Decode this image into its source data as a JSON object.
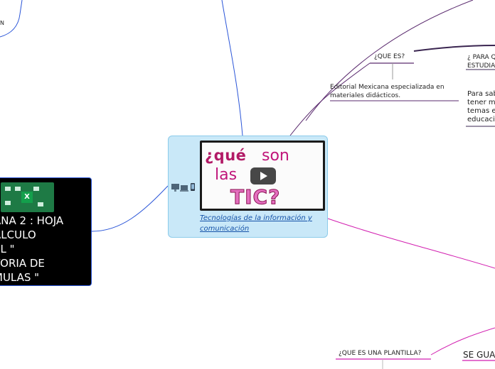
{
  "central": {
    "thumbnail_words": [
      "¿qué",
      "son",
      "las",
      "TIC?"
    ],
    "caption": "Tecnologías de la información y comunicación",
    "devices_icon": "computer-devices-icon",
    "play_icon": "play-icon"
  },
  "left_node": {
    "text_lines": [
      "ANA 2 : HOJA",
      "ÁLCULO",
      "EL \"",
      "TORIA DE",
      "MULAS \""
    ],
    "icon": "excel-icon"
  },
  "top_left_fragment": "N",
  "topics": {
    "que_es": "¿QUE ES?",
    "que_es_text": "Editorial Mexicana especializada en materiales didácticos.",
    "para_que": [
      "¿ PARA Q",
      "ESTUDIA"
    ],
    "para_que_text": [
      "Para sab",
      "tener m",
      "temas e",
      "educaci"
    ],
    "plantilla": "¿QUE ES UNA PLANTILLA?",
    "se_gua": "SE GUA"
  },
  "colors": {
    "central_bg": "#c9e8f8",
    "purple_link": "#5a2a6e",
    "magenta_link": "#d21fb0",
    "blue_link": "#2a55d8"
  }
}
